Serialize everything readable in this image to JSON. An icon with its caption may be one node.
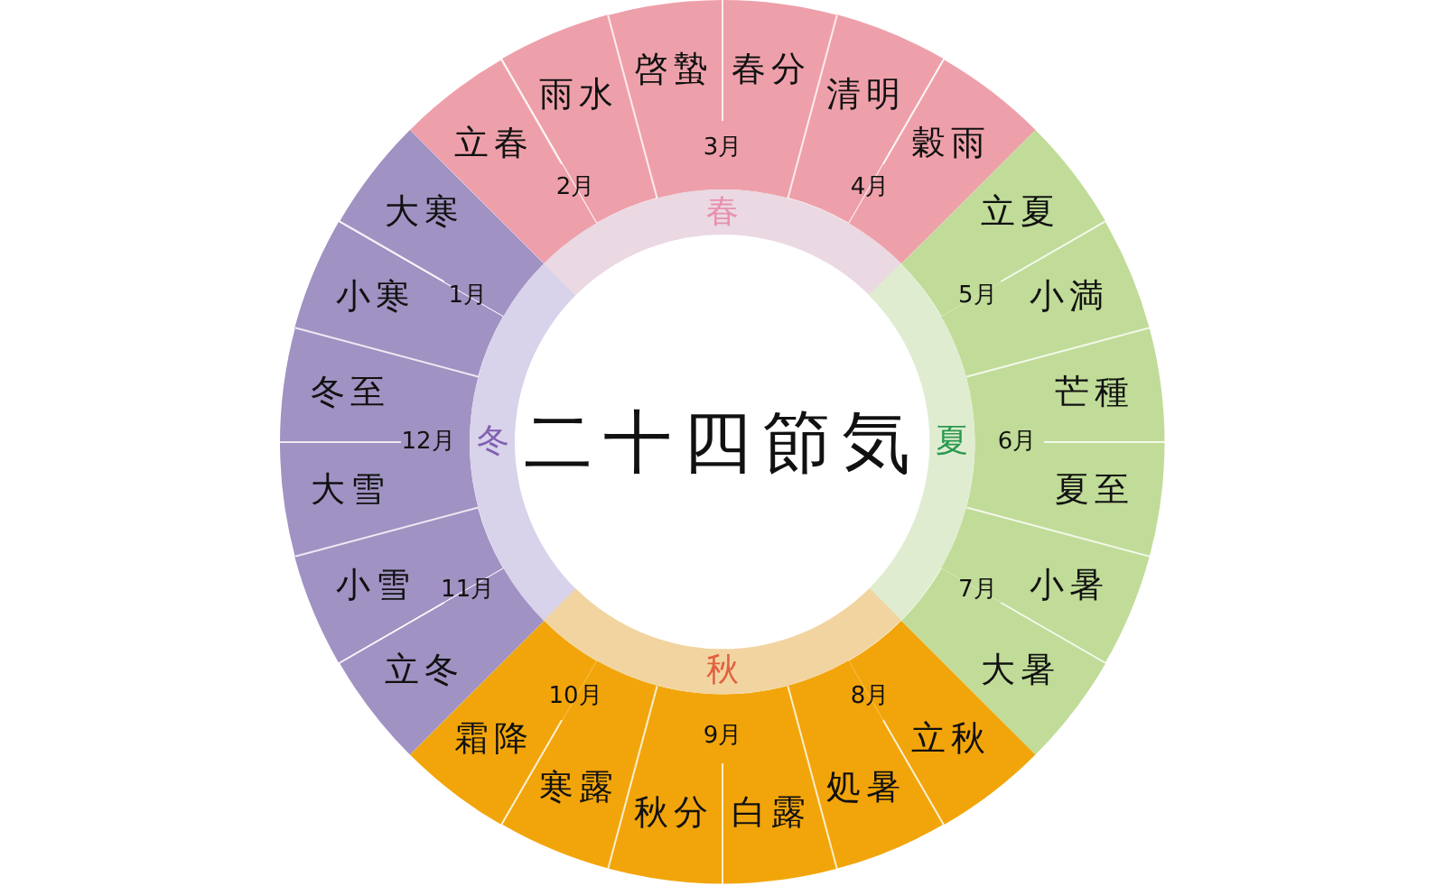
{
  "diagram": {
    "title": "二十四節気",
    "nodes": [
      {
        "text": [
          "立春"
        ]
      },
      {
        "text": [
          "雨水"
        ]
      },
      {
        "text": [
          "啓蟄"
        ]
      },
      {
        "text": [
          "春分"
        ]
      },
      {
        "text": [
          "清明"
        ]
      },
      {
        "text": [
          "穀雨"
        ]
      },
      {
        "text": [
          "立夏"
        ]
      },
      {
        "text": [
          "小満"
        ]
      },
      {
        "text": [
          "芒種"
        ]
      },
      {
        "text": [
          "夏至"
        ]
      },
      {
        "text": [
          "小暑"
        ]
      },
      {
        "text": [
          "大暑"
        ]
      },
      {
        "text": [
          "立秋"
        ]
      },
      {
        "text": [
          "処暑"
        ]
      },
      {
        "text": [
          "白露"
        ]
      },
      {
        "text": [
          "秋分"
        ]
      },
      {
        "text": [
          "寒露"
        ]
      },
      {
        "text": [
          "霜降"
        ]
      },
      {
        "text": [
          "立冬"
        ]
      },
      {
        "text": [
          "小雪"
        ]
      },
      {
        "text": [
          "大雪"
        ]
      },
      {
        "text": [
          "冬至"
        ]
      },
      {
        "text": [
          "小寒"
        ]
      },
      {
        "text": [
          "大寒"
        ]
      },
      {
        "text": [
          "春"
        ]
      },
      {
        "text": [
          "夏"
        ]
      },
      {
        "text": [
          "秋"
        ]
      },
      {
        "text": [
          "冬"
        ]
      }
    ],
    "labels": [
      "1月",
      "2月",
      "3月",
      "4月",
      "5月",
      "6月",
      "7月",
      "8月",
      "9月",
      "10月",
      "11月",
      "12月"
    ]
  }
}
